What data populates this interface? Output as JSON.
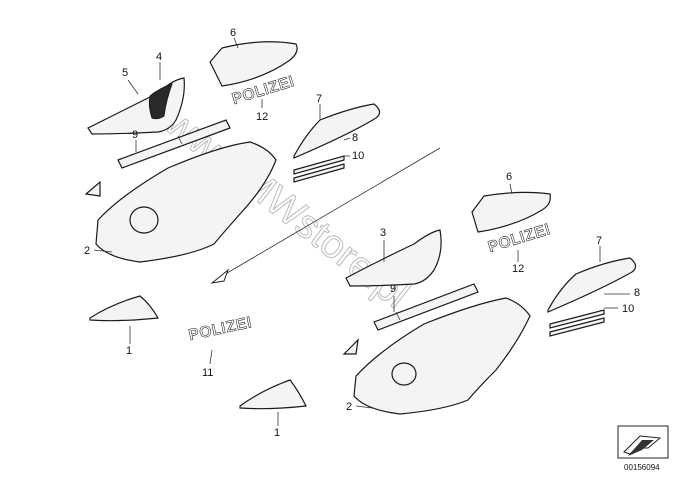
{
  "watermark": "www.BMWstore.pl",
  "doc_number": "00156094",
  "callouts": {
    "c1a": "1",
    "c1b": "1",
    "c2a": "2",
    "c2b": "2",
    "c3": "3",
    "c4": "4",
    "c5": "5",
    "c6a": "6",
    "c6b": "6",
    "c7a": "7",
    "c7b": "7",
    "c8a": "8",
    "c8b": "8",
    "c9a": "9",
    "c9b": "9",
    "c10a": "10",
    "c10b": "10",
    "c11": "11",
    "c12a": "12",
    "c12b": "12"
  },
  "decal_text": {
    "polizei_1": "POLIZEI",
    "polizei_2": "POLIZEI",
    "polizei_3": "POLIZEI"
  }
}
